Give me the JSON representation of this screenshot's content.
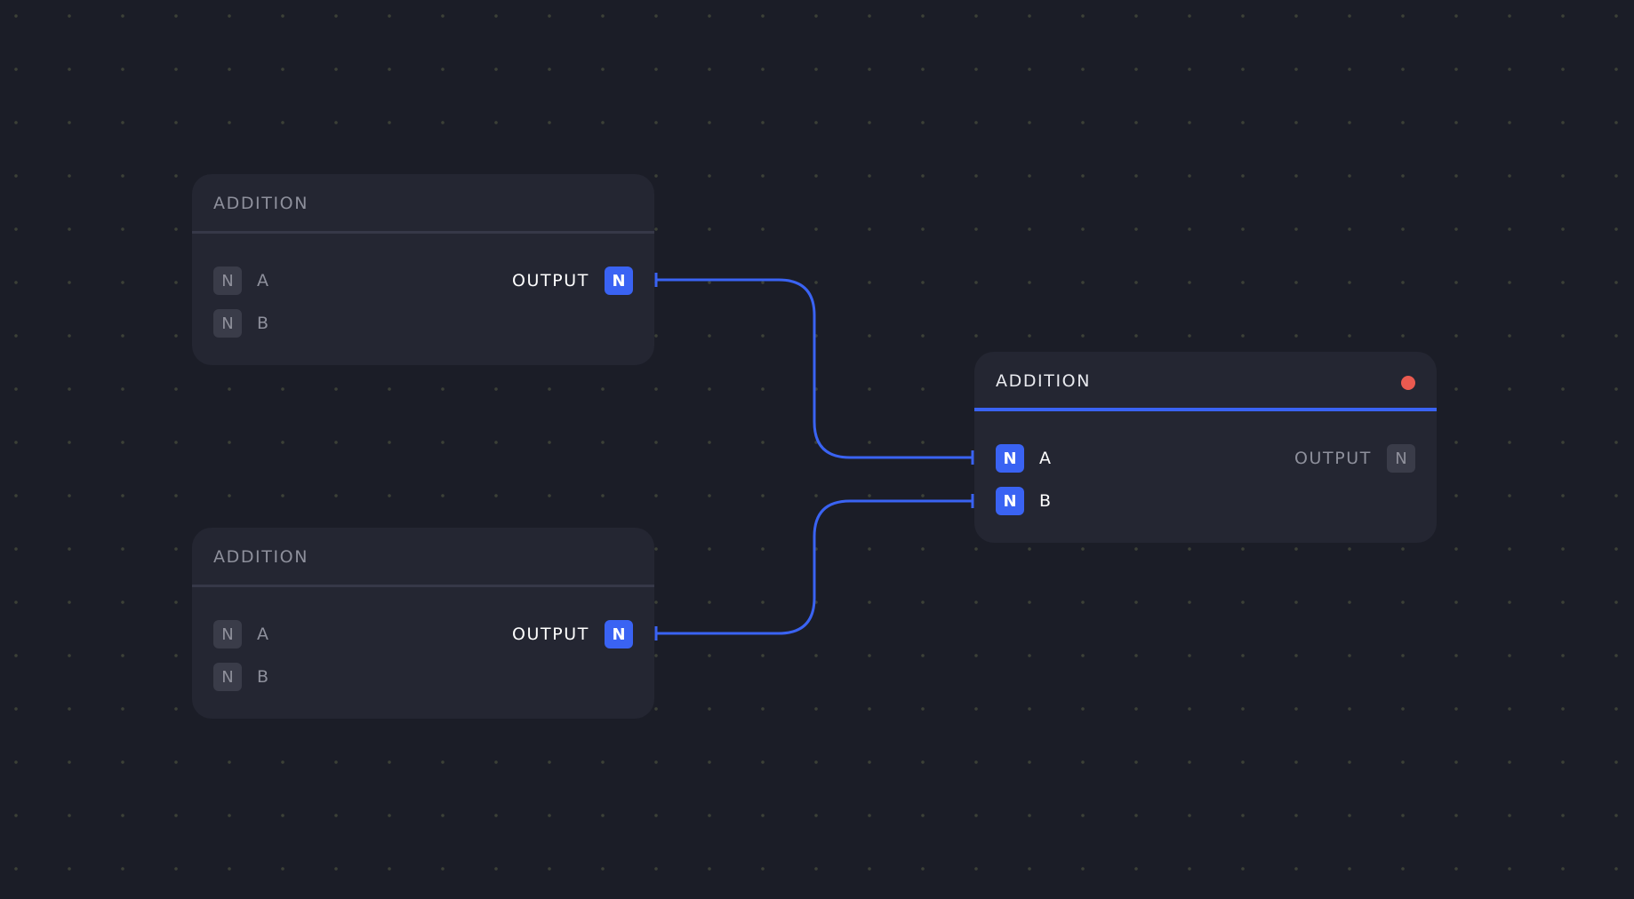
{
  "colors": {
    "background": "#1b1d27",
    "node": "#242632",
    "accent": "#3a63f3",
    "status_error": "#ea5a50"
  },
  "nodes": [
    {
      "title": "ADDITION",
      "inputs": [
        {
          "badge": "N",
          "label": "A"
        },
        {
          "badge": "N",
          "label": "B"
        }
      ],
      "output": {
        "badge": "N",
        "label": "OUTPUT"
      }
    },
    {
      "title": "ADDITION",
      "inputs": [
        {
          "badge": "N",
          "label": "A"
        },
        {
          "badge": "N",
          "label": "B"
        }
      ],
      "output": {
        "badge": "N",
        "label": "OUTPUT"
      }
    },
    {
      "title": "ADDITION",
      "status": "error",
      "inputs": [
        {
          "badge": "N",
          "label": "A"
        },
        {
          "badge": "N",
          "label": "B"
        }
      ],
      "output": {
        "badge": "N",
        "label": "OUTPUT"
      }
    }
  ],
  "connections": [
    {
      "from": "node 1 OUTPUT",
      "to": "node 3 A"
    },
    {
      "from": "node 2 OUTPUT",
      "to": "node 3 B"
    }
  ]
}
